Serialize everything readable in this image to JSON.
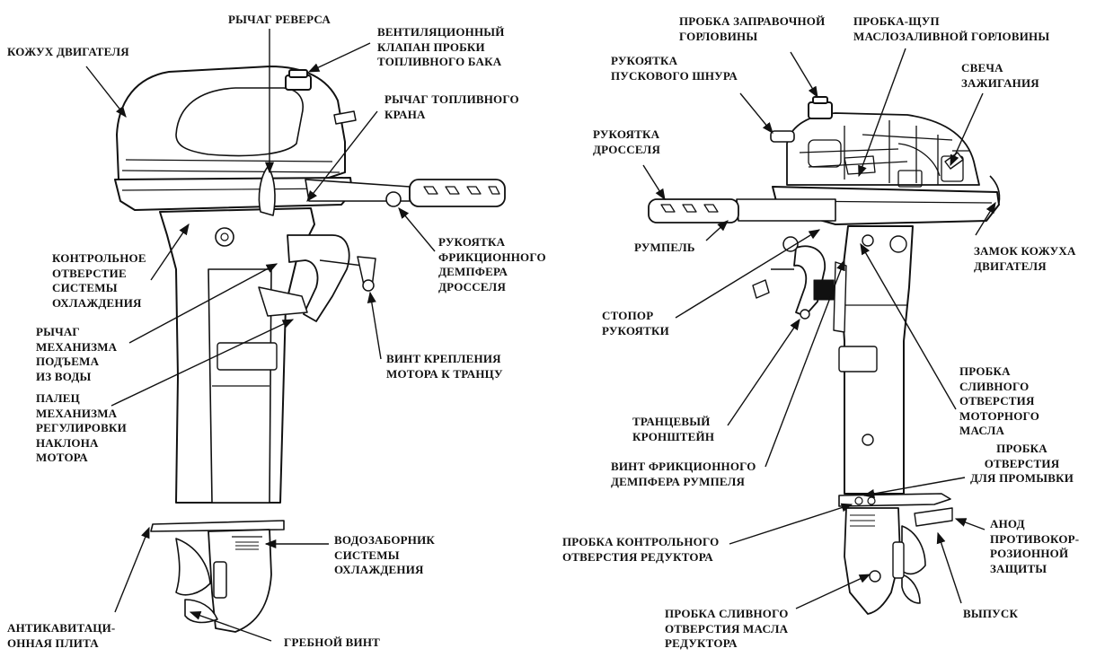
{
  "labels": {
    "cowling": "КОЖУХ ДВИГАТЕЛЯ",
    "reverse_lever": "РЫЧАГ РЕВЕРСА",
    "tank_vent": "ВЕНТИЛЯЦИОННЫЙ\nКЛАПАН ПРОБКИ\nТОПЛИВНОГО БАКА",
    "fuel_cock": "РЫЧАГ ТОПЛИВНОГО\nКРАНА",
    "cooling_check": "КОНТРОЛЬНОЕ\nОТВЕРСТИЕ\nСИСТЕМЫ\nОХЛАЖДЕНИЯ",
    "tilt_lever": "РЫЧАГ\nМЕХАНИЗМА\nПОДЪЕМА\nИЗ ВОДЫ",
    "trim_pin": "ПАЛЕЦ\nМЕХАНИЗМА\nРЕГУЛИРОВКИ\nНАКЛОНА\nМОТОРА",
    "throttle_friction": "РУКОЯТКА\nФРИКЦИОННОГО\nДЕМПФЕРА\nДРОССЕЛЯ",
    "transom_screw": "ВИНТ КРЕПЛЕНИЯ\nМОТОРА К ТРАНЦУ",
    "water_intake": "ВОДОЗАБОРНИК\nСИСТЕМЫ\nОХЛАЖДЕНИЯ",
    "anticav_plate": "АНТИКАВИТАЦИ-\nОННАЯ ПЛИТА",
    "propeller": "ГРЕБНОЙ ВИНТ",
    "fuel_filler": "ПРОБКА ЗАПРАВОЧНОЙ\nГОРЛОВИНЫ",
    "oil_dipstick": "ПРОБКА-ЩУП\nМАСЛОЗАЛИВНОЙ ГОРЛОВИНЫ",
    "starter_handle": "РУКОЯТКА\nПУСКОВОГО ШНУРА",
    "spark_plug": "СВЕЧА\nЗАЖИГАНИЯ",
    "throttle_grip": "РУКОЯТКА\nДРОССЕЛЯ",
    "tiller": "РУМПЕЛЬ",
    "cowl_lock": "ЗАМОК КОЖУХА\nДВИГАТЕЛЯ",
    "tiller_stopper": "СТОПОР\nРУКОЯТКИ",
    "oil_drain": "ПРОБКА\nСЛИВНОГО\nОТВЕРСТИЯ\nМОТОРНОГО\nМАСЛА",
    "transom_bracket": "ТРАНЦЕВЫЙ\nКРОНШТЕЙН",
    "tiller_friction": "ВИНТ ФРИКЦИОННОГО\nДЕМПФЕРА РУМПЕЛЯ",
    "flush_plug": "ПРОБКА\nОТВЕРСТИЯ\nДЛЯ ПРОМЫВКИ",
    "gear_check_plug": "ПРОБКА КОНТРОЛЬНОГО\nОТВЕРСТИЯ РЕДУКТОРА",
    "anode": "АНОД\nПРОТИВОКОР-\nРОЗИОННОЙ\nЗАЩИТЫ",
    "gear_drain_plug": "ПРОБКА СЛИВНОГО\nОТВЕРСТИЯ МАСЛА\nРЕДУКТОРА",
    "exhaust": "ВЫПУСК"
  }
}
